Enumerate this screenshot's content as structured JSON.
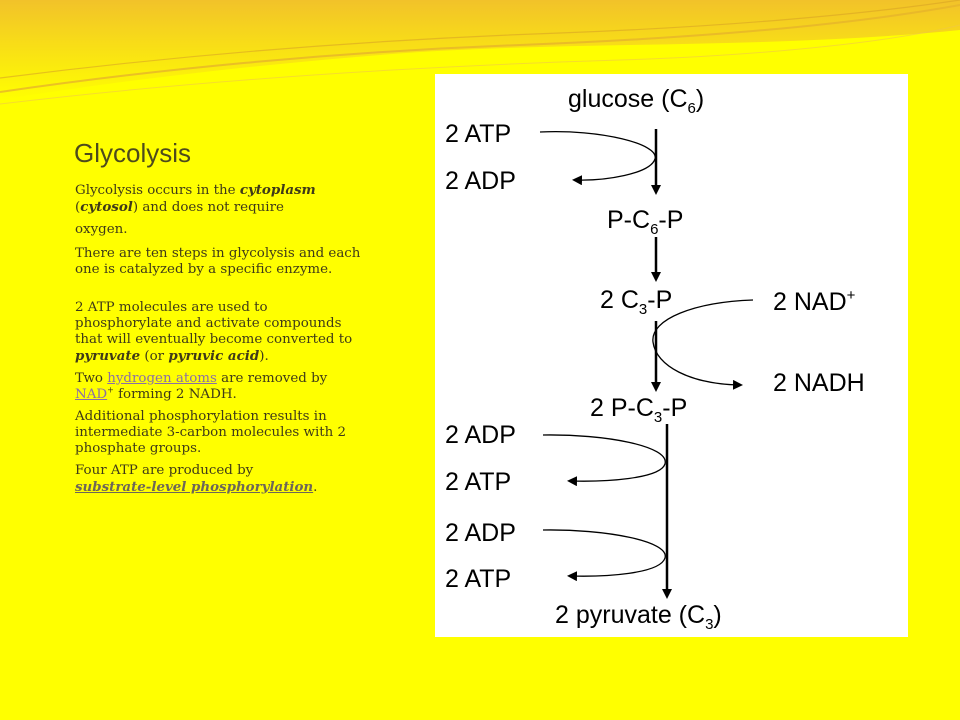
{
  "slide": {
    "title": "Glycolysis",
    "paragraphs": {
      "p1": {
        "t1": "Glycolysis occurs in the ",
        "t2": "cytoplasm",
        "t3": " (",
        "t4": "cytosol",
        "t5": ") and does not require",
        "t6": "oxygen."
      },
      "p2": "There are ten steps in glycolysis and each one is catalyzed by a specific enzyme.",
      "p3": {
        "t1": "2 ATP molecules are used to phosphorylate and activate compounds that will eventually become converted to ",
        "t2": "pyruvate",
        "t3": " (or ",
        "t4": "pyruvic acid",
        "t5": ")."
      },
      "p4": {
        "t1": "Two ",
        "link1": "hydrogen atoms",
        "t2": " are removed by ",
        "link2": "NAD",
        "sup": "+",
        "t3": " forming 2 NADH."
      },
      "p5": "Additional phosphorylation results in intermediate 3-carbon molecules with 2 phosphate groups.",
      "p6": {
        "t1": "Four ATP are produced by ",
        "link": "substrate-level phosphorylation",
        "t2": "."
      }
    }
  },
  "diagram": {
    "glucose": {
      "text": "glucose (C",
      "sub": "6",
      "end": ")"
    },
    "atp_in_1": "2 ATP",
    "adp_out_1": "2 ADP",
    "p_c6_p": {
      "a": "P-C",
      "sub": "6",
      "b": "-P"
    },
    "c3_p": {
      "a": "2 C",
      "sub": "3",
      "b": "-P"
    },
    "nad": {
      "text": "2 NAD",
      "sup": "+"
    },
    "nadh": "2 NADH",
    "p_c3_p": {
      "a": "2 P-C",
      "sub": "3",
      "b": "-P"
    },
    "adp_in_2": "2 ADP",
    "atp_out_2": "2 ATP",
    "adp_in_3": "2 ADP",
    "atp_out_3": "2 ATP",
    "pyruvate": {
      "text": "2 pyruvate (C",
      "sub": "3",
      "end": ")"
    }
  },
  "colors": {
    "background": "#ffff00",
    "title": "#4d4a1c",
    "body_text": "#3f3a18",
    "link": "#8b6fa5",
    "diagram_bg": "#ffffff"
  }
}
